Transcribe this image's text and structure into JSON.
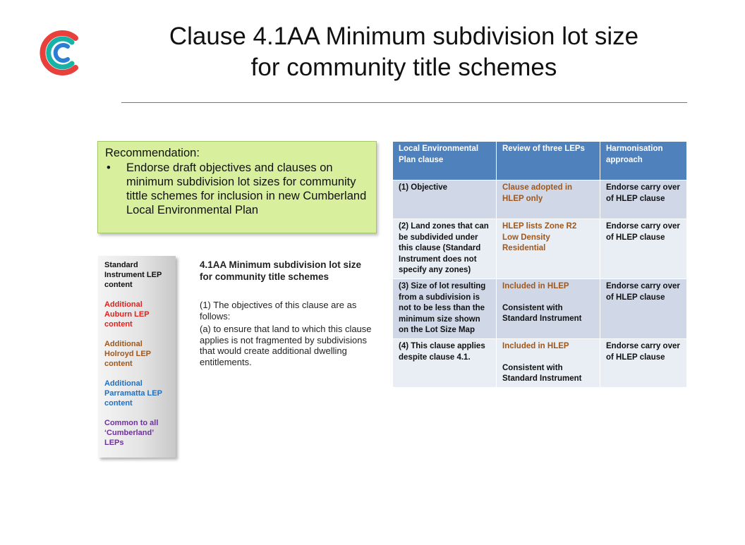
{
  "title": {
    "line1": "Clause 4.1AA Minimum subdivision lot size",
    "line2": "for community title schemes"
  },
  "logo": {
    "icon": "cumberland-c-logo-icon",
    "colors": [
      "#e8403a",
      "#18b2a6",
      "#2a7fd4"
    ]
  },
  "recommendation": {
    "heading": "Recommendation:",
    "bullet": "Endorse draft objectives and clauses on minimum subdivision lot sizes for community tittle schemes for inclusion in new Cumberland Local Environmental Plan"
  },
  "legend": {
    "standard": "Standard Instrument LEP content",
    "auburn": "Additional Auburn LEP content",
    "holroyd": "Additional Holroyd LEP content",
    "parramatta": "Additional Parramatta LEP content",
    "common": "Common to all ‘Cumberland’ LEPs",
    "colors": {
      "standard": "#111111",
      "auburn": "#e2211c",
      "holroyd": "#a0571a",
      "parramatta": "#1f6fc4",
      "common": "#7030a0"
    }
  },
  "clause": {
    "heading": "4.1AA   Minimum subdivision lot size for community title schemes",
    "para1": "(1)  The objectives of this clause are as follows:",
    "para2": "(a)  to ensure that land to which this clause applies is not fragmented by subdivisions that would create additional dwelling entitlements."
  },
  "table": {
    "headers": [
      "Local Environmental Plan clause",
      "Review of three LEPs",
      "Harmonisation approach"
    ],
    "rows": [
      {
        "clause": "(1) Objective",
        "review": "Clause adopted in HLEP only",
        "review_note": "",
        "approach": "Endorse carry over of HLEP clause"
      },
      {
        "clause": "(2) Land zones that can be subdivided under this clause (Standard Instrument does not specify any zones)",
        "review": "HLEP lists Zone R2 Low Density Residential",
        "review_note": "",
        "approach": "Endorse carry over of HLEP clause"
      },
      {
        "clause": "(3) Size of lot resulting from a subdivision is not to be less than the minimum size shown on the Lot Size Map",
        "review": "Included in HLEP",
        "review_note": "Consistent with Standard Instrument",
        "approach": "Endorse carry over of HLEP clause"
      },
      {
        "clause": "(4)  This clause applies despite clause 4.1.",
        "review": "Included in HLEP",
        "review_note": "Consistent with Standard Instrument",
        "approach": "Endorse carry over of HLEP clause"
      }
    ]
  }
}
